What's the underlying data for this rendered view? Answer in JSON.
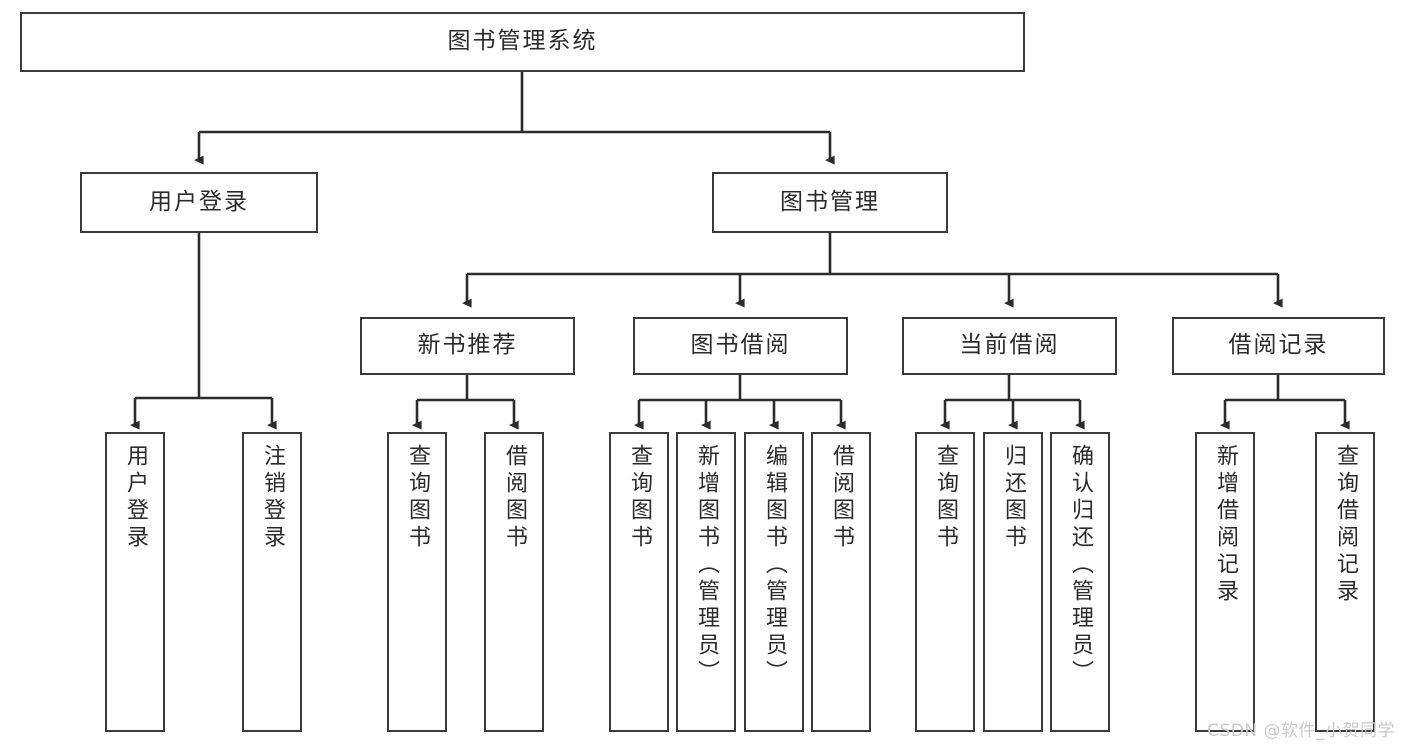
{
  "diagram": {
    "title": "图书管理系统",
    "type": "tree",
    "orientation": "top-down",
    "watermark": "CSDN @软件_小贺同学",
    "colors": {
      "box_border": "#3b3b3b",
      "box_fill": "#ffffff",
      "connector": "#2b2b2b",
      "text": "#2b2b2b",
      "watermark": "#c9c9c9",
      "background": "#ffffff"
    },
    "nodes": {
      "root": {
        "label": "图书管理系统",
        "level": 1
      },
      "level2": [
        {
          "id": "user-login",
          "label": "用户登录"
        },
        {
          "id": "book-management",
          "label": "图书管理"
        }
      ],
      "level3": [
        {
          "id": "new-book-recommend",
          "label": "新书推荐"
        },
        {
          "id": "book-borrow",
          "label": "图书借阅"
        },
        {
          "id": "current-borrow",
          "label": "当前借阅"
        },
        {
          "id": "borrow-record",
          "label": "借阅记录"
        }
      ],
      "leaves": {
        "user-login": [
          {
            "id": "leaf-user-login",
            "label": "用户登录"
          },
          {
            "id": "leaf-logout",
            "label": "注销登录"
          }
        ],
        "new-book-recommend": [
          {
            "id": "leaf-query-book-1",
            "label": "查询图书"
          },
          {
            "id": "leaf-borrow-book-1",
            "label": "借阅图书"
          }
        ],
        "book-borrow": [
          {
            "id": "leaf-query-book-2",
            "label": "查询图书"
          },
          {
            "id": "leaf-add-book",
            "label": "新增图书（管理员）"
          },
          {
            "id": "leaf-edit-book",
            "label": "编辑图书（管理员）"
          },
          {
            "id": "leaf-borrow-book-2",
            "label": "借阅图书"
          }
        ],
        "current-borrow": [
          {
            "id": "leaf-query-book-3",
            "label": "查询图书"
          },
          {
            "id": "leaf-return-book",
            "label": "归还图书"
          },
          {
            "id": "leaf-confirm-return",
            "label": "确认归还（管理员）"
          }
        ],
        "borrow-record": [
          {
            "id": "leaf-add-record",
            "label": "新增借阅记录"
          },
          {
            "id": "leaf-query-record",
            "label": "查询借阅记录"
          }
        ]
      }
    }
  },
  "chart_data": {
    "type": "diagram",
    "title": "图书管理系统",
    "structure": "hierarchical tree / functional decomposition",
    "levels": 4,
    "edges": [
      [
        "图书管理系统",
        "用户登录"
      ],
      [
        "图书管理系统",
        "图书管理"
      ],
      [
        "用户登录",
        "用户登录"
      ],
      [
        "用户登录",
        "注销登录"
      ],
      [
        "图书管理",
        "新书推荐"
      ],
      [
        "图书管理",
        "图书借阅"
      ],
      [
        "图书管理",
        "当前借阅"
      ],
      [
        "图书管理",
        "借阅记录"
      ],
      [
        "新书推荐",
        "查询图书"
      ],
      [
        "新书推荐",
        "借阅图书"
      ],
      [
        "图书借阅",
        "查询图书"
      ],
      [
        "图书借阅",
        "新增图书（管理员）"
      ],
      [
        "图书借阅",
        "编辑图书（管理员）"
      ],
      [
        "图书借阅",
        "借阅图书"
      ],
      [
        "当前借阅",
        "查询图书"
      ],
      [
        "当前借阅",
        "归还图书"
      ],
      [
        "当前借阅",
        "确认归还（管理员）"
      ],
      [
        "借阅记录",
        "新增借阅记录"
      ],
      [
        "借阅记录",
        "查询借阅记录"
      ]
    ]
  }
}
